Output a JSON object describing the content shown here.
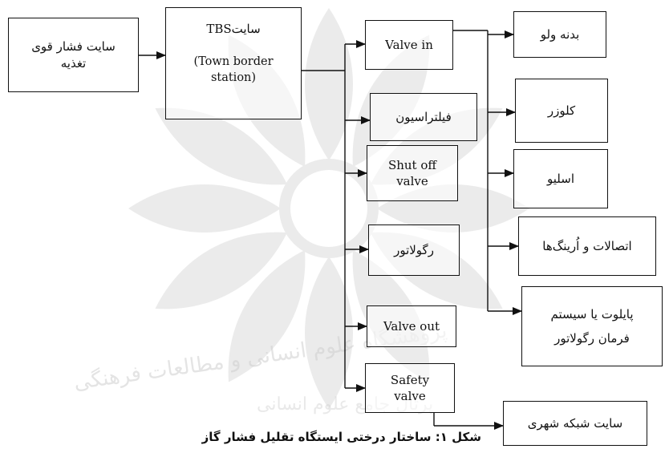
{
  "nodes": {
    "feed_site": "سایت فشار قوی تغذیه",
    "tbs_title": "TBSسایت",
    "tbs_subtitle": "(Town border station)",
    "valve_in": "Valve in",
    "filtration": "فیلتراسیون",
    "shut_off_valve": "Shut off valve",
    "regulator": "رگولاتور",
    "valve_out": "Valve out",
    "safety_valve": "Safety valve",
    "valve_body": "بدنه ولو",
    "closure": "کلوزر",
    "sleeve": "اسلیو",
    "fittings_orings": "اتصالات و اُرینگ‌ها",
    "pilot_system": "پایلوت یا سیستم فرمان رگولاتور",
    "city_network_site": "سایت شبکه شهری"
  },
  "caption": "شکل ۱: ساختار درختی ایستگاه تقلیل فشار گاز",
  "watermark": {
    "line1": "پژوهشگاه علوم انسانی و مطالعات فرهنگی",
    "line2": "پرتال جامع علوم انسانی"
  }
}
